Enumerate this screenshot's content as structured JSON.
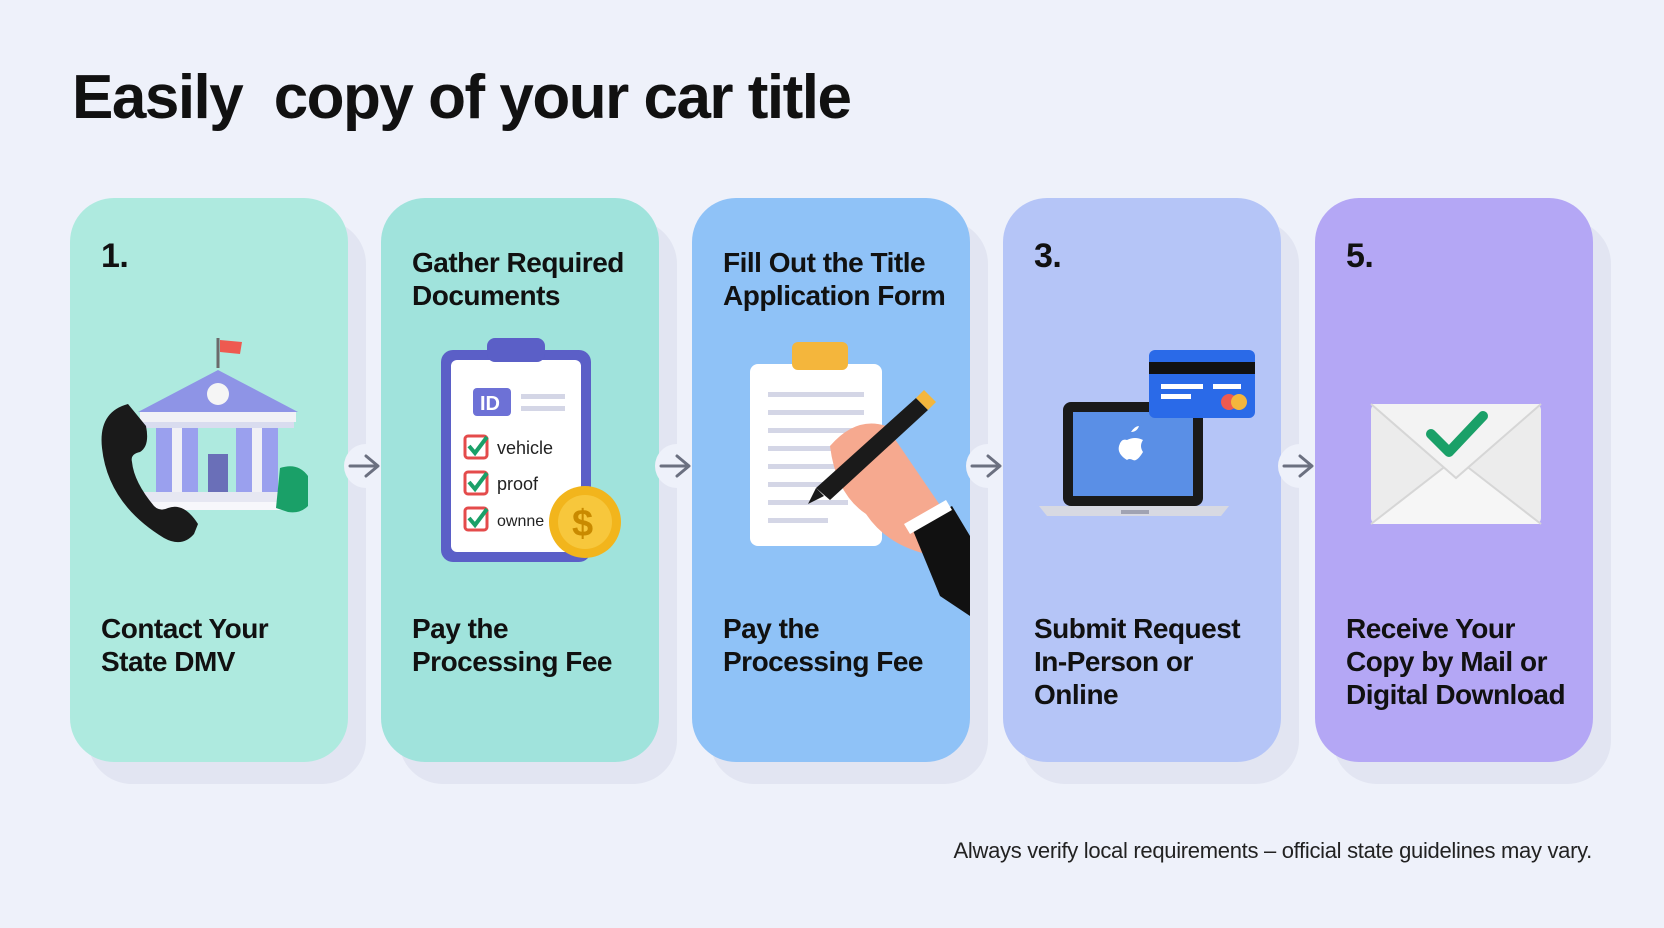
{
  "title": "Easily  copy of your car title",
  "steps": [
    {
      "head": "1.",
      "foot": "Contact Your State DMV",
      "color": "#aeeadf"
    },
    {
      "head": "Gather Required Documents",
      "foot": "Pay the Processing Fee",
      "color": "#a0e3dc",
      "checklist": [
        "vehicle",
        "proof",
        "ownne"
      ],
      "badge": "ID",
      "coin": "$"
    },
    {
      "head": "Fill Out the Title Application Form",
      "foot": "Pay the Processing Fee",
      "color": "#8fc2f7"
    },
    {
      "head": "3.",
      "foot": "Submit Request In-Person or Online",
      "color": "#b5c5f7"
    },
    {
      "head": "5.",
      "foot": "Receive Your Copy by Mail or Digital Download",
      "color": "#b4a7f5"
    }
  ],
  "icons": [
    "bank-icon",
    "phone-icon",
    "clipboard-icon",
    "coin-icon",
    "form-icon",
    "pen-icon",
    "laptop-icon",
    "credit-card-icon",
    "envelope-icon",
    "checkmark-icon",
    "arrow-right-icon"
  ],
  "footnote": "Always verify local requirements – official state guidelines may vary."
}
